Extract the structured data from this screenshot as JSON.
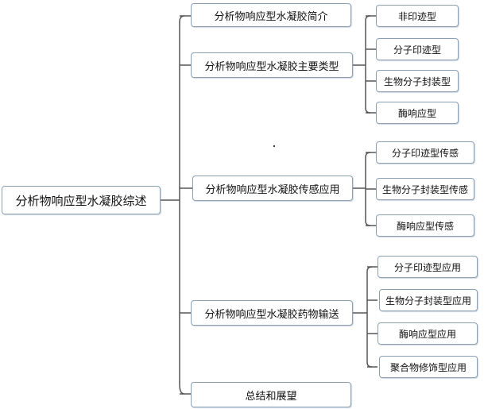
{
  "diagram": {
    "root": {
      "label": "分析物响应型水凝胶综述"
    },
    "sections": [
      {
        "label": "分析物响应型水凝胶简介",
        "children": []
      },
      {
        "label": "分析物响应型水凝胶主要类型",
        "children": [
          "非印迹型",
          "分子印迹型",
          "生物分子封装型",
          "酶响应型"
        ]
      },
      {
        "label": "分析物响应型水凝胶传感应用",
        "children": [
          "分子印迹型传感",
          "生物分子封装型传感",
          "酶响应型传感"
        ]
      },
      {
        "label": "分析物响应型水凝胶药物输送",
        "children": [
          "分子印迹型应用",
          "生物分子封装型应用",
          "酶响应型应用",
          "聚合物修饰型应用"
        ]
      },
      {
        "label": "总结和展望",
        "children": []
      }
    ]
  },
  "colors": {
    "line": "#555555",
    "border": "#8aa0b6"
  }
}
